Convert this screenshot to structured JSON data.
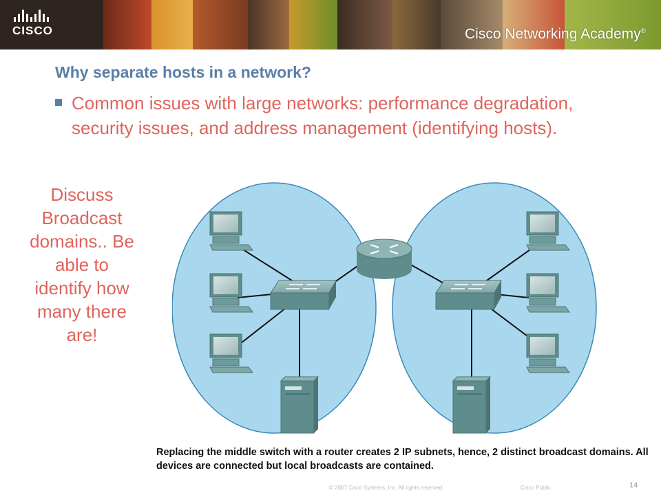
{
  "header": {
    "logo_text": "CISCO",
    "academy_text": "Cisco Networking Academy",
    "academy_mark": "®"
  },
  "slide": {
    "title": "Why separate hosts in a network?",
    "bullet": "Common issues with large networks: performance degradation, security issues, and address management (identifying hosts).",
    "side_note": "Discuss Broadcast domains.. Be able to identify how many there are!",
    "caption": "Replacing the middle switch with a router creates 2 IP subnets, hence, 2 distinct broadcast domains. All devices are connected but local broadcasts are contained."
  },
  "footer": {
    "page_number": "14",
    "copyright": "© 2007 Cisco Systems, Inc. All rights reserved.",
    "classification": "Cisco Public"
  },
  "colors": {
    "title": "#5a7fa6",
    "bullet_text": "#e0645c",
    "domain_fill": "#a9d8ee",
    "device": "#5f8c8c",
    "banner_dark": "#3b2a22"
  },
  "diagram": {
    "router": "router-icon",
    "switches": [
      "switch-icon",
      "switch-icon"
    ],
    "pcs_per_domain": 3,
    "servers_per_domain": 1,
    "broadcast_domains": 2
  }
}
